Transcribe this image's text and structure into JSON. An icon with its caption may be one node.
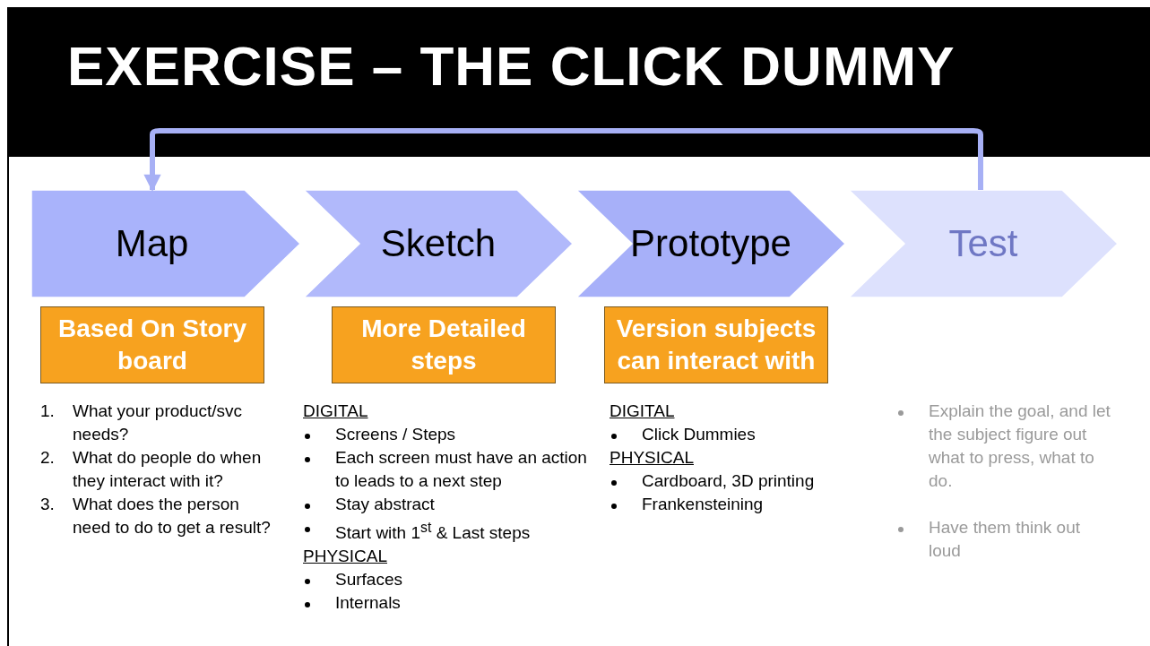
{
  "diagram": {
    "title": "EXERCISE – THE CLICK DUMMY",
    "nodes": [
      {
        "text": [
          "Map"
        ]
      },
      {
        "text": [
          "Sketch"
        ]
      },
      {
        "text": [
          "Prototype"
        ]
      },
      {
        "text": [
          "Test"
        ]
      },
      {
        "text": [
          "Based On Story board"
        ]
      },
      {
        "text": [
          "More Detailed steps"
        ]
      },
      {
        "text": [
          "Version subjects can interact with"
        ]
      }
    ],
    "edges": [
      {
        "from": 3,
        "to": 0,
        "arrow": "to"
      }
    ],
    "labels": [
      "1.",
      "What your product/svc needs?",
      "2.",
      "What do people do when they interact with it?",
      "3.",
      "What does the person need to do to get a result?",
      "DIGITAL",
      "Screens / Steps",
      "Each screen must have an action to leads to a next step",
      "Stay abstract",
      "Start with 1$^{st}$ & Last steps",
      "PHYSICAL",
      "Surfaces",
      "Internals",
      "DIGITAL",
      "Click Dummies",
      "PHYSICAL",
      "Cardboard, 3D printing",
      "Frankensteining",
      "Explain the goal, and let the subject figure out what to press, what to do.",
      "Have them think out loud"
    ]
  }
}
